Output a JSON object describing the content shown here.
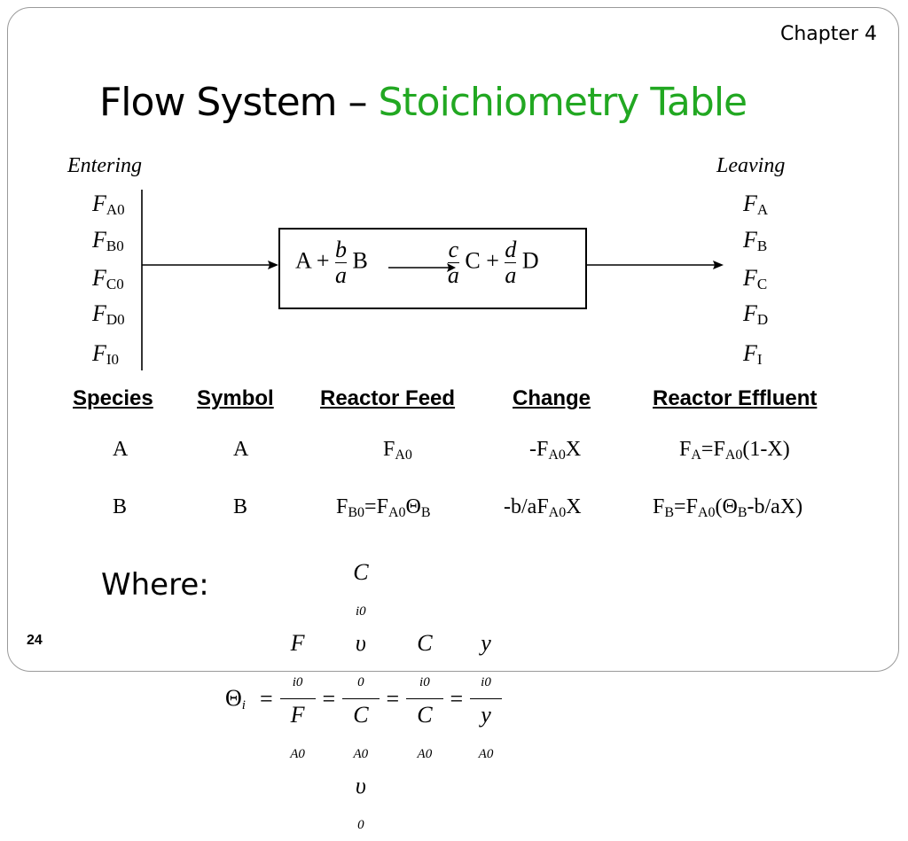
{
  "header": {
    "chapter": "Chapter 4"
  },
  "title": {
    "black_part": "Flow System – ",
    "green_part": "Stoichiometry Table",
    "green_color": "#22a822"
  },
  "diagram": {
    "entering_label": "Entering",
    "leaving_label": "Leaving",
    "entering_streams": [
      {
        "sym": "F",
        "sub": "A0"
      },
      {
        "sym": "F",
        "sub": "B0"
      },
      {
        "sym": "F",
        "sub": "C0"
      },
      {
        "sym": "F",
        "sub": "D0"
      },
      {
        "sym": "F",
        "sub": "I0"
      }
    ],
    "leaving_streams": [
      {
        "sym": "F",
        "sub": "A"
      },
      {
        "sym": "F",
        "sub": "B"
      },
      {
        "sym": "F",
        "sub": "C"
      },
      {
        "sym": "F",
        "sub": "D"
      },
      {
        "sym": "F",
        "sub": "I"
      }
    ],
    "reaction": {
      "a_term": "A + ",
      "b_num": "b",
      "b_den": "a",
      "b_term": " B",
      "c_num": "c",
      "c_den": "a",
      "c_term": " C + ",
      "d_num": "d",
      "d_den": "a",
      "d_term": " D"
    }
  },
  "table": {
    "headers": [
      "Species",
      "Symbol",
      "Reactor Feed",
      "Change",
      "Reactor Effluent"
    ],
    "rows": [
      {
        "species": "A",
        "symbol": "A"
      },
      {
        "species": "B",
        "symbol": "B"
      }
    ],
    "expr": {
      "F": "F",
      "A0": "A0",
      "B0": "B0",
      "A": "A",
      "B": "B",
      "X": "X",
      "neg": "-",
      "eq": "=",
      "theta": "Θ",
      "one_minus_x": "(1-X)",
      "ba": "-b/aF",
      "ba_x_open": "(",
      "ba_x_tail": "-b/aX)"
    }
  },
  "where": {
    "label": "Where:",
    "theta": "Θ",
    "i": "i",
    "F": "F",
    "C": "C",
    "y": "y",
    "upsilon": "υ",
    "i0": "i0",
    "A0": "A0",
    "zero": "0"
  },
  "footer": {
    "page_number": "24"
  }
}
